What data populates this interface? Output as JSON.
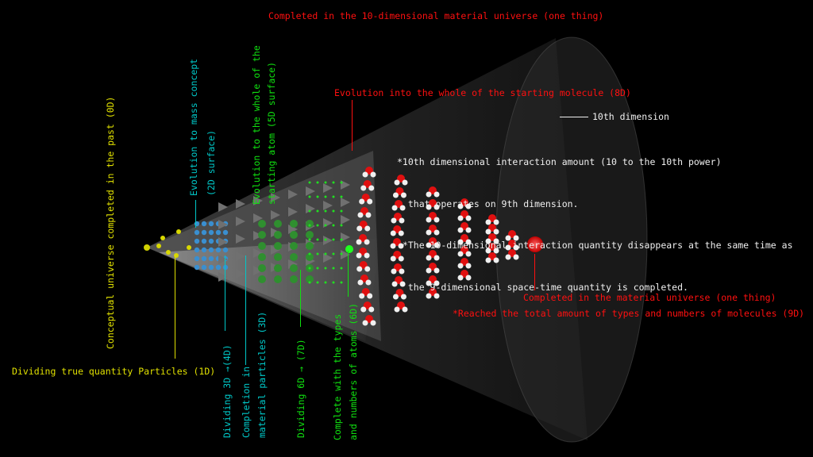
{
  "colors": {
    "yellow": "#e0e000",
    "cyan": "#00c8c8",
    "green": "#10e010",
    "red": "#ff1010",
    "white": "#f0f0f0"
  },
  "title": "Completed in the 10-dimensional material universe (one thing)",
  "labels": {
    "d0": "Conceptual universe completed in the past (0D)",
    "d1": "Dividing  true quantity Particles (1D)",
    "d2_line1": "Evolution to mass concept",
    "d2_line2": "(2D surface)",
    "d4": "Dividing 3D →(4D)",
    "d3_line1": "Completion in",
    "d3_line2": "material particles (3D)",
    "d5_line1": "Evolution to the whole of the",
    "d5_line2": "starting atom (5D surface)",
    "d7": "Dividing 6D → (7D)",
    "d6_line1": "Complete with the types",
    "d6_line2": "and numbers of atoms (6D)",
    "d8": "Evolution into the whole of the starting molecule (8D)",
    "d9_line1": "Completed in the material universe (one thing)",
    "d9_line2": "*Reached the total amount of types and numbers of molecules (9D)"
  },
  "notes": {
    "heading": "10th dimension",
    "lines": [
      "*10th dimensional interaction amount (10 to the 10th power)",
      "  that operates on 9th dimension.",
      " *The 10-dimensional interaction quantity disappears at the same time as",
      "  the 9-dimensional space-time quantity is completed."
    ]
  }
}
